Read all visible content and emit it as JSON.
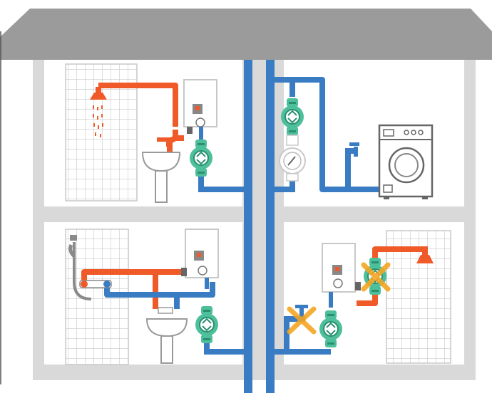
{
  "diagram": {
    "description_visible_text": "",
    "colors": {
      "roof": "#9b9b9b",
      "wall": "#d9d9d9",
      "hot_pipe": "#f05a28",
      "cold_pipe": "#3a7cc3",
      "pump": "#4dbf9a",
      "pump_dark": "#2a8f70",
      "heater": "#ffffff",
      "heater_stroke": "#c8c8c8",
      "fixture": "#ffffff",
      "fixture_stroke": "#9a9a9a",
      "cross": "#f4a623",
      "tile_line": "#c9c9c9",
      "shower_gray": "#8a8a8a"
    },
    "rooms": [
      {
        "name": "upper-left",
        "fixtures": [
          "tiled-wall",
          "shower-head",
          "washbasin",
          "water-heater",
          "circulation-pump"
        ]
      },
      {
        "name": "upper-right",
        "fixtures": [
          "circulation-pump",
          "water-meter",
          "tap",
          "washing-machine"
        ]
      },
      {
        "name": "lower-left",
        "fixtures": [
          "tiled-wall",
          "hand-shower",
          "washbasin",
          "water-heater",
          "circulation-pump"
        ]
      },
      {
        "name": "lower-right",
        "fixtures": [
          "tiled-wall",
          "shower-head",
          "water-heater",
          "circulation-pump",
          "crossed-pump",
          "crossed-tap"
        ]
      }
    ],
    "icons": [
      "roof-icon",
      "water-heater-icon",
      "circulation-pump-icon",
      "washing-machine-icon",
      "water-meter-icon",
      "tap-icon",
      "washbasin-icon",
      "shower-head-icon",
      "cross-mark-icon"
    ]
  }
}
